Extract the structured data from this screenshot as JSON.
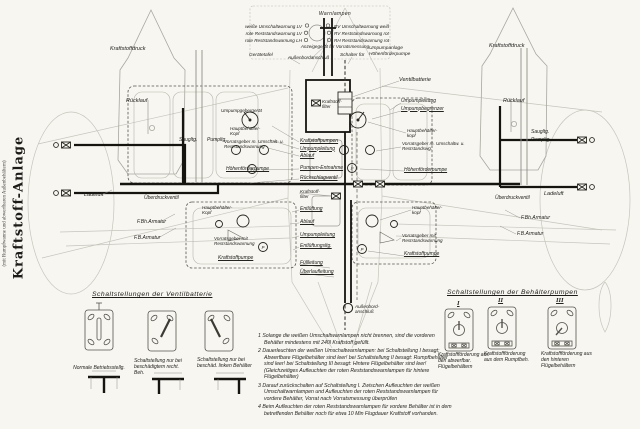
{
  "title": {
    "main": "Kraftstoff-Anlage",
    "sub": "(mit Rumpfwanne und abwerfbaren Außenbehältern)"
  },
  "warn_panel": {
    "title": "Warnlampen",
    "rows_left": [
      "weiße Umschaltwarnung  LV",
      "rote  Reststandswarnung LV",
      "rote  Reststandswarnung LH"
    ],
    "rows_right": [
      "RV  Umschaltwarnung  weiß",
      "RV Reststandswarnung  rot",
      "RH Reststandswarnung  rot"
    ],
    "indicator": "Anzeigegerät für Vorratsmessung",
    "panel": "Gerätetafel",
    "outboard": "Außenbordanschluß",
    "switch": "Schalter für",
    "switch_for_1": "Umpumpanlage",
    "switch_for_2": "Höhenförderpumpe"
  },
  "labels": {
    "eng_l_druck": "Kraftstoffdruck",
    "eng_l_ruecklauf": "Rücklauf",
    "eng_r_druck": "Kraftstoffdruck",
    "eng_r_ruecklauf": "Rücklauf",
    "saug_l": "Saugltg.",
    "pump_l": "Pumpltg.",
    "saug_r": "Saugltg.",
    "pump_r": "Pumpltg.",
    "ladeluft_l": "Ladeluft",
    "ladeluft_r": "Ladeluft",
    "ueberdruck_l": "Überdruckventil",
    "ueberdruck_r": "Überdruckventil",
    "fbh_l": "F.Bh.Armatur",
    "fb_l": "F.B.Armatur",
    "fbh_r": "F.Bh.Armatur",
    "fb_r": "F.B.Armatur",
    "ventilbatterie": "Ventilbatterie",
    "umpumpleitung_r": "Umpumpleitung",
    "umpumpbegrenzer": "Umpumpbegrenzer",
    "umpumpgeber": "Umpumpgebergerät",
    "hbk_lu": "Hauptbehälter-Kopf",
    "vorratsgeber_lu": "Vorratsgeber m. Umschalt- u. Reststandswarnung",
    "hoehenpumpe_l": "Höhenförderpumpe",
    "hbk_ll": "Hauptbehälter-Kopf",
    "vorratsgeber_ll": "Vorratsgeber mit Reststandswarnung",
    "kpumpe_l": "Kraftstoffpumpe",
    "hbk_ru": "Hauptbehälter-kopf",
    "vorratsgeber_ru": "Vorratsgeber m. Umschaltw. u. Reststandswg.",
    "hoehenpumpe_r": "Höhenförderpumpe",
    "hbk_rl": "Hauptbehälter-kopf",
    "vorratsgeber_rl": "Vorratsgeber mit Reststandswarnung",
    "kpumpe_r": "Kraftstoffpumpe",
    "kpumpen": "Kraftstoffpumpen",
    "umpumpltg_c1": "Umpumpleitung",
    "ablauf_c1": "Ablauf",
    "pumpen_entnahme": "Pumpen-Entnahme",
    "rueckschlag": "Rückschlagventil",
    "filter_c": "Kraftstoff-filter",
    "entlueftung": "Entlüftung",
    "ablauf_c2": "Ablauf",
    "umpumpltg_c2": "Umpumpleitung",
    "entlueftungsltg": "Entlüftungsltg.",
    "fuellleitung": "Füllleitung",
    "ueberlaufltg": "Überlaufleitung",
    "filter_top": "Kraftstoff-filter",
    "aussenbord": "Außenbord-anschluß",
    "pump_letter": "P"
  },
  "valve_section": {
    "title": "Schaltstellungen  der  Ventilbatterie",
    "captions": [
      "Normale Betriebsstellg.",
      "Schaltstellung nur bei beschädigtem recht. Beh.",
      "Schaltstellung nur bei beschäd. linken Behälter"
    ]
  },
  "pump_section": {
    "title": "Schaltstellungen  der  Behälterpumpen",
    "numerals": [
      "I",
      "II",
      "III"
    ],
    "captions": [
      "Kraftstoffförderung aus den abwerfbar. Flügelbehältern",
      "Kraftstoffförderung aus dem Rumpfbeh.",
      "Kraftstoffförderung aus den hinteren Flügelbehältern"
    ]
  },
  "notes": [
    {
      "num": "1",
      "text": "Solange die weißen Umschaltwarnlampen nicht brennen, sind die vorderen Behälter mindestens mit 240l Kraftstoff gefüllt."
    },
    {
      "num": "2",
      "text": "Dauerleuchten der weißen Umschaltwarnlampen:  bei Schaltstellung I besagt: Abwerfbare Flügelbehälter sind leer!  bei Schaltstellung II besagt: Rumpfbehälter sind leer!  bei Schaltstellung III besagt: Hintere Flügelbehälter sind leer! (Gleichzeitiges Aufleuchten der roten Reststandswarnlampen für hintere Flügelbehälter)"
    },
    {
      "num": "3",
      "text": "Darauf zurückschalten auf Schaltstellung I. Zwischen Aufleuchten der weißen Umschaltwarnlampen und Aufleuchten der roten Reststandswarnlampen für vordere Behälter, Vorrat nach Vorratsmessung überprüfen"
    },
    {
      "num": "4",
      "text": "Beim Aufleuchten der roten Reststandswarnlampen für vordere Behälter ist in dem betreffenden Behälter noch für etwa 10 Min Flugdauer Kraftstoff vorhanden."
    }
  ]
}
